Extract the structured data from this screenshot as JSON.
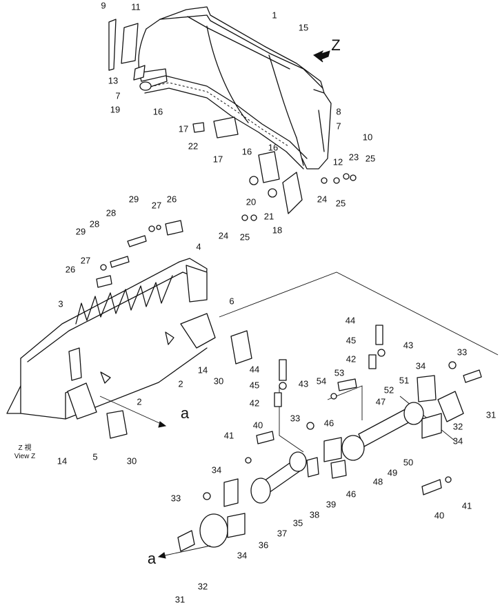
{
  "callouts": {
    "c9": "9",
    "c11": "11",
    "c1": "1",
    "c15": "15",
    "cZ": "Z",
    "c13": "13",
    "c7a": "7",
    "c19": "19",
    "c16a": "16",
    "c8": "8",
    "c7b": "7",
    "c10": "10",
    "c17a": "17",
    "c22": "22",
    "c17b": "17",
    "c16b": "16",
    "c16c": "16",
    "c12": "12",
    "c23": "23",
    "c25a": "25",
    "c24a": "24",
    "c25b": "25",
    "c20": "20",
    "c21": "21",
    "c24b": "24",
    "c25c": "25",
    "c18": "18",
    "c29a": "29",
    "c27a": "27",
    "c26a": "26",
    "c28a": "28",
    "c28b": "28",
    "c29b": "29",
    "c27b": "27",
    "c26b": "26",
    "c4": "4",
    "c3": "3",
    "c6": "6",
    "c2a": "2",
    "c14a": "14",
    "c2b": "2",
    "c30a": "30",
    "ca1": "a",
    "c14b": "14",
    "c5": "5",
    "c30b": "30",
    "c44a": "44",
    "c45a": "45",
    "c43a": "43",
    "c42a": "42",
    "c54": "54",
    "c53": "53",
    "c33a": "33",
    "c34a": "34",
    "c51": "51",
    "c52": "52",
    "c47": "47",
    "c44b": "44",
    "c45b": "45",
    "c43b": "43",
    "c42b": "42",
    "c33b": "33",
    "c46a": "46",
    "c46b": "46",
    "c41a": "41",
    "c40a": "40",
    "c32a": "32",
    "c31a": "31",
    "c34b": "34",
    "c48": "48",
    "c49": "49",
    "c50": "50",
    "c40b": "40",
    "c41b": "41",
    "c34c": "34",
    "c33c": "33",
    "c39": "39",
    "c38": "38",
    "c35": "35",
    "c36": "36",
    "c37": "37",
    "c34d": "34",
    "ca2": "a",
    "c32b": "32",
    "c31b": "31"
  },
  "view_label": {
    "z_cjk": "Z 視",
    "view": "View Z"
  }
}
